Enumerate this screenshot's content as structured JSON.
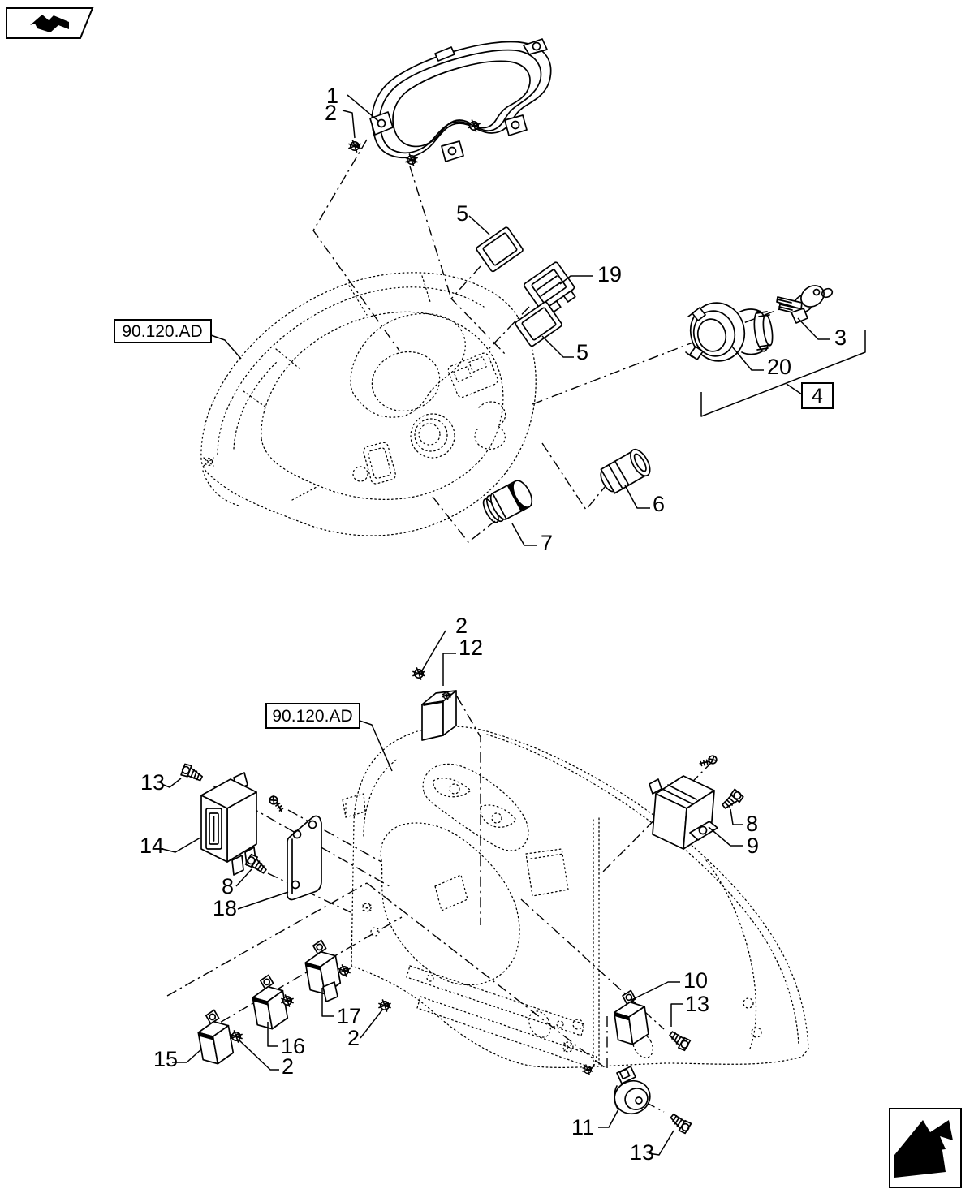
{
  "colors": {
    "background": "#ffffff",
    "line": "#000000"
  },
  "nav": {
    "back_icon": "previous-page-arrow",
    "next_icon": "next-page-arrow"
  },
  "top_diagram": {
    "ref_label": "90.120.AD",
    "callouts": {
      "c1": "1",
      "c2": "2",
      "c5a": "5",
      "c19": "19",
      "c5b": "5",
      "c3": "3",
      "c20": "20",
      "c4": "4",
      "c6": "6",
      "c7": "7"
    }
  },
  "bottom_diagram": {
    "ref_label": "90.120.AD",
    "callouts": {
      "c2a": "2",
      "c12": "12",
      "c13a": "13",
      "c14": "14",
      "c8a": "8",
      "c18": "18",
      "c8b": "8",
      "c9": "9",
      "c15": "15",
      "c2b": "2",
      "c16": "16",
      "c17": "17",
      "c2c": "2",
      "c10": "10",
      "c13b": "13",
      "c11": "11",
      "c13c": "13"
    }
  }
}
